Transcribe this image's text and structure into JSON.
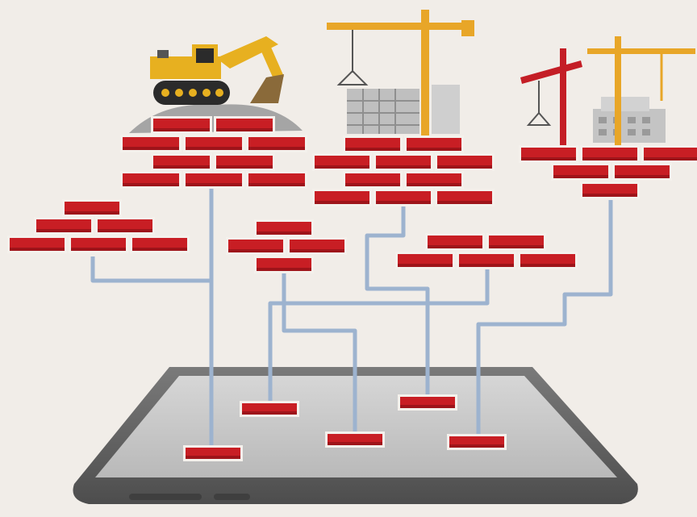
{
  "colors": {
    "background": "#f1ede8",
    "brick": "#c81e24",
    "brick_dark": "#9e141a",
    "mortar": "#f4f1ec",
    "pipe": "#9db3cf",
    "tablet_bezel": "#6b6b6b",
    "tablet_screen": "#c9c9c9",
    "crane_yellow": "#e8a628",
    "crane_red": "#c41e26",
    "excavator_yellow": "#e7b020",
    "building_gray": "#b6b6b6"
  },
  "icons": {
    "excavator": "excavator-icon",
    "tower_crane": "tower-crane-icon",
    "red_crane": "red-crane-icon",
    "yellow_crane": "yellow-crane-icon",
    "tablet": "tablet-icon"
  },
  "brick_piles": [
    {
      "id": "left-top"
    },
    {
      "id": "center-top"
    },
    {
      "id": "right-top"
    },
    {
      "id": "left-mid"
    },
    {
      "id": "center-mid"
    },
    {
      "id": "right-mid"
    }
  ],
  "screen_bricks": [
    {
      "id": "screen-1"
    },
    {
      "id": "screen-2"
    },
    {
      "id": "screen-3"
    },
    {
      "id": "screen-4"
    },
    {
      "id": "screen-5"
    }
  ]
}
